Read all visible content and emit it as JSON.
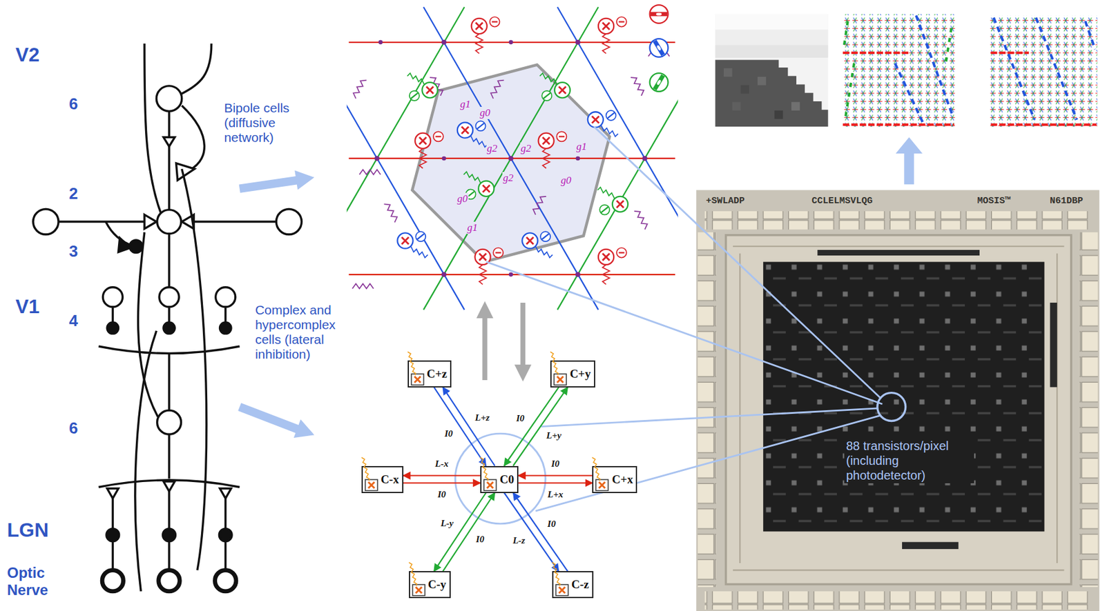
{
  "diagram": {
    "nodes": [
      {
        "text": [
          "C+z"
        ]
      },
      {
        "text": [
          "C+y"
        ]
      },
      {
        "text": [
          "C-x"
        ]
      },
      {
        "text": [
          "C0"
        ]
      },
      {
        "text": [
          "C+x"
        ]
      },
      {
        "text": [
          "C-y"
        ]
      },
      {
        "text": [
          "C-z"
        ]
      }
    ],
    "edges": [
      {
        "from": 3,
        "to": 0,
        "label": "L+z",
        "arrow": "to"
      },
      {
        "from": 0,
        "to": 3,
        "label": "I0",
        "arrow": "to"
      },
      {
        "from": 3,
        "to": 1,
        "label": "L+y",
        "arrow": "to"
      },
      {
        "from": 1,
        "to": 3,
        "label": "I0",
        "arrow": "to"
      },
      {
        "from": 3,
        "to": 2,
        "label": "L-x",
        "arrow": "to"
      },
      {
        "from": 2,
        "to": 3,
        "label": "I0",
        "arrow": "to"
      },
      {
        "from": 3,
        "to": 4,
        "label": "L+x",
        "arrow": "to"
      },
      {
        "from": 4,
        "to": 3,
        "label": "I0",
        "arrow": "to"
      },
      {
        "from": 3,
        "to": 5,
        "label": "L-y",
        "arrow": "to"
      },
      {
        "from": 5,
        "to": 3,
        "label": "I0",
        "arrow": "to"
      },
      {
        "from": 3,
        "to": 6,
        "label": "L-z",
        "arrow": "to"
      },
      {
        "from": 6,
        "to": 3,
        "label": "I0",
        "arrow": "to"
      }
    ],
    "labels": [
      "V2",
      "6",
      "Bipole cells (diffusive network)",
      "2",
      "3",
      "V1",
      "4",
      "Complex and hypercomplex cells (lateral inhibition)",
      "6",
      "LGN",
      "Optic Nerve",
      "g1",
      "g0",
      "g2",
      "g2",
      "g1",
      "g2",
      "g0",
      "g0",
      "g1",
      "+SWLADP",
      "CCLELMSVLQG",
      "MOSIS™",
      "N61DBP",
      "88 transistors/pixel (including photodetector)"
    ]
  }
}
